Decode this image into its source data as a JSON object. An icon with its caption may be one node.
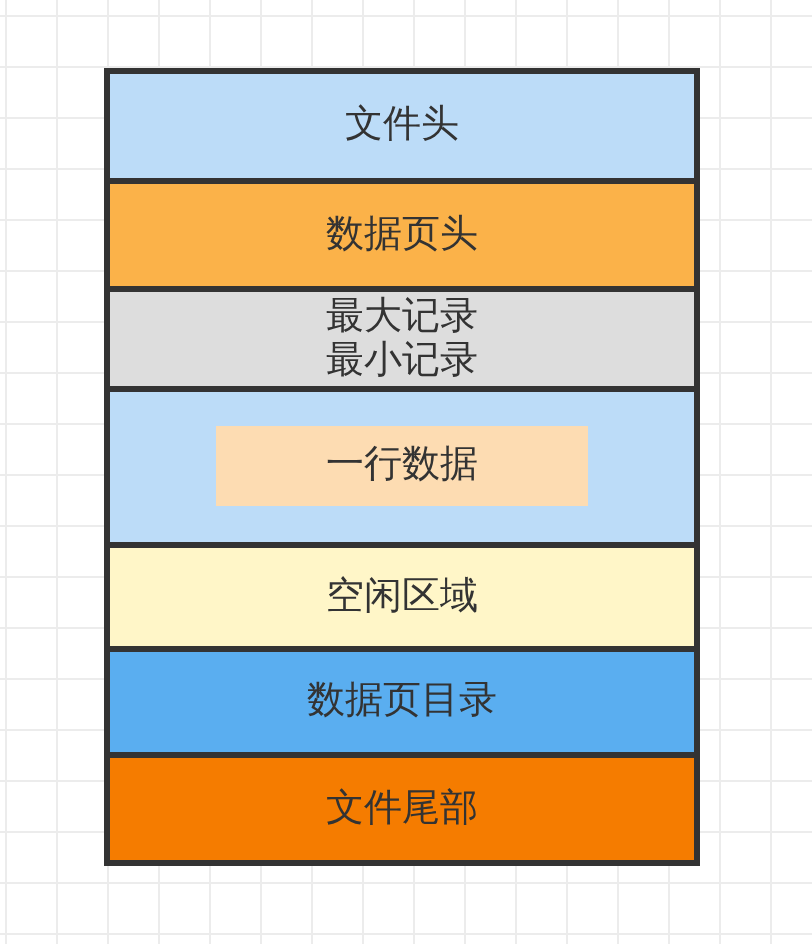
{
  "diagram": {
    "nodes": [
      {
        "text": [
          "文件头"
        ]
      },
      {
        "text": [
          "数据页头"
        ]
      },
      {
        "text": [
          "最大记录",
          "最小记录"
        ]
      },
      {
        "text": [],
        "shape": "box"
      },
      {
        "text": [
          "一行数据"
        ],
        "in": 3
      },
      {
        "text": [
          "空闲区域"
        ]
      },
      {
        "text": [
          "数据页目录"
        ]
      },
      {
        "text": [
          "文件尾部"
        ]
      }
    ]
  }
}
